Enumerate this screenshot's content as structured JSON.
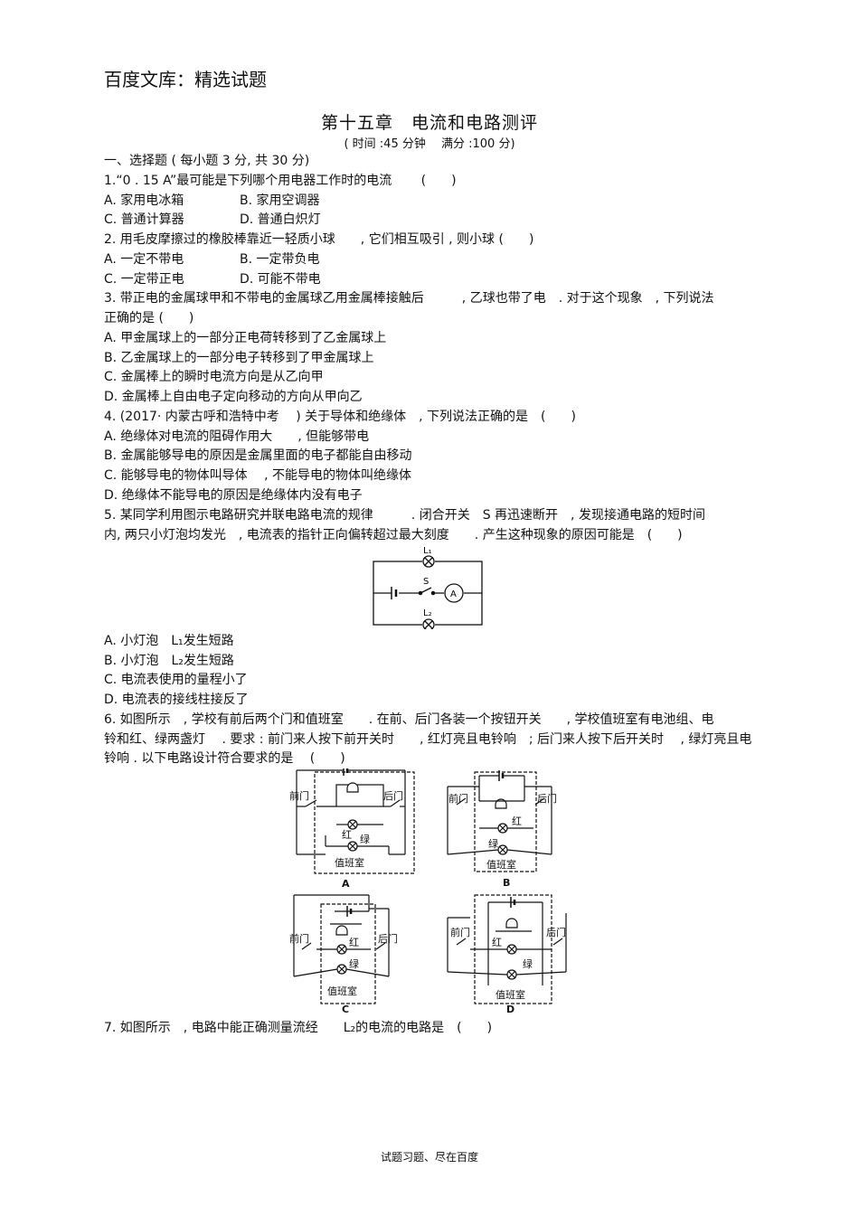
{
  "header": "百度文库：精选试题",
  "title": "第十五章　电流和电路测评",
  "subtitle": "( 时间 :45 分钟　 满分 :100 分)",
  "section": "一、选择题 ( 每小题 3 分, 共 30 分)",
  "q1": {
    "stem": "1.“0 . 15 A”最可能是下列哪个用电器工作时的电流　　 (　　)",
    "a": "A. 家用电冰箱",
    "b": "B. 家用空调器",
    "c": "C. 普通计算器",
    "d": "D. 普通白炽灯"
  },
  "q2": {
    "stem": "2. 用毛皮摩擦过的橡胶棒靠近一轻质小球　　, 它们相互吸引 , 则小球 (　　)",
    "a": "A. 一定不带电",
    "b": "B. 一定带负电",
    "c": "C. 一定带正电",
    "d": "D. 可能不带电"
  },
  "q3": {
    "stem1": "3. 带正电的金属球甲和不带电的金属球乙用金属棒接触后　　　, 乙球也带了电　. 对于这个现象　, 下列说法",
    "stem2": "正确的是 (　　)",
    "a": "A. 甲金属球上的一部分正电荷转移到了乙金属球上",
    "b": "B. 乙金属球上的一部分电子转移到了甲金属球上",
    "c": "C. 金属棒上的瞬时电流方向是从乙向甲",
    "d": "D. 金属棒上自由电子定向移动的方向从甲向乙"
  },
  "q4": {
    "stem": "4. (2017· 内蒙古呼和浩特中考　 ) 关于导体和绝缘体　, 下列说法正确的是　(　　)",
    "a": "A. 绝缘体对电流的阻碍作用大　　, 但能够带电",
    "b": "B. 金属能够导电的原因是金属里面的电子都能自由移动",
    "c": "C. 能够导电的物体叫导体　 , 不能导电的物体叫绝缘体",
    "d": "D. 绝缘体不能导电的原因是绝缘体内没有电子"
  },
  "q5": {
    "stem1": "5. 某同学利用图示电路研究并联电路电流的规律　　　. 闭合开关　S 再迅速断开　, 发现接通电路的短时间",
    "stem2": "内, 两只小灯泡均发光　, 电流表的指针正向偏转超过最大刻度　　. 产生这种现象的原因可能是　(　　)",
    "a": "A. 小灯泡　L₁发生短路",
    "b": "B. 小灯泡　L₂发生短路",
    "c": "C. 电流表使用的量程小了",
    "d": "D. 电流表的接线柱接反了",
    "fig": {
      "l1": "L₁",
      "s": "S",
      "l2": "L₂",
      "meter": "A"
    }
  },
  "q6": {
    "stem1": "6. 如图所示　, 学校有前后两个门和值班室　　. 在前、后门各装一个按钮开关　　, 学校值班室有电池组、电",
    "stem2": "铃和红、绿两盏灯　 . 要求 : 前门来人按下前开关时　　, 红灯亮且电铃响　; 后门来人按下后开关时　 , 绿灯亮且电",
    "stem3": "铃响 . 以下电路设计符合要求的是　 (　　)",
    "fig": {
      "front": "前门",
      "back": "后门",
      "red": "红",
      "green": "绿",
      "room": "值班室",
      "a": "A",
      "b": "B",
      "c": "C",
      "d": "D"
    }
  },
  "q7": {
    "stem": "7. 如图所示　, 电路中能正确测量流经　　L₂的电流的电路是　(　　)"
  },
  "footer": "试题习题、尽在百度"
}
